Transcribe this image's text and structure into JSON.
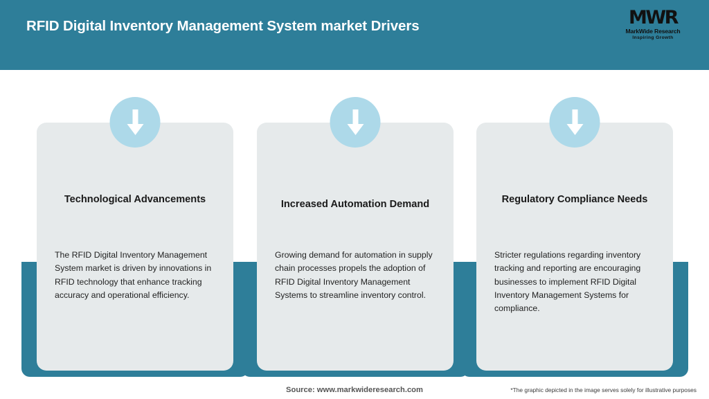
{
  "header": {
    "title": "RFID Digital Inventory Management System market Drivers",
    "background_color": "#2E7E99",
    "title_color": "#FFFFFF",
    "logo": {
      "mark": "MWR",
      "name": "MarkWide Research",
      "tagline": "Inspiring Growth"
    }
  },
  "cards": [
    {
      "icon": "down-arrow-icon",
      "title": "Technological Advancements",
      "body": "The RFID Digital Inventory Management System market is driven by innovations in RFID technology that enhance tracking accuracy and operational efficiency."
    },
    {
      "icon": "down-arrow-icon",
      "title": "Increased Automation Demand",
      "body": "Growing demand for automation in supply chain processes propels the adoption of RFID Digital Inventory Management Systems to streamline inventory control."
    },
    {
      "icon": "down-arrow-icon",
      "title": "Regulatory Compliance Needs",
      "body": "Stricter regulations regarding inventory tracking and reporting are encouraging businesses to implement RFID Digital Inventory Management Systems for compliance."
    }
  ],
  "footer": {
    "source": "Source: www.markwideresearch.com",
    "disclaimer": "*The graphic depicted in the image serves solely for illustrative purposes"
  },
  "colors": {
    "teal": "#2E7E99",
    "card_background": "#E6EAEB",
    "circle": "#ADD9E9",
    "page_background": "#FFFFFF"
  }
}
